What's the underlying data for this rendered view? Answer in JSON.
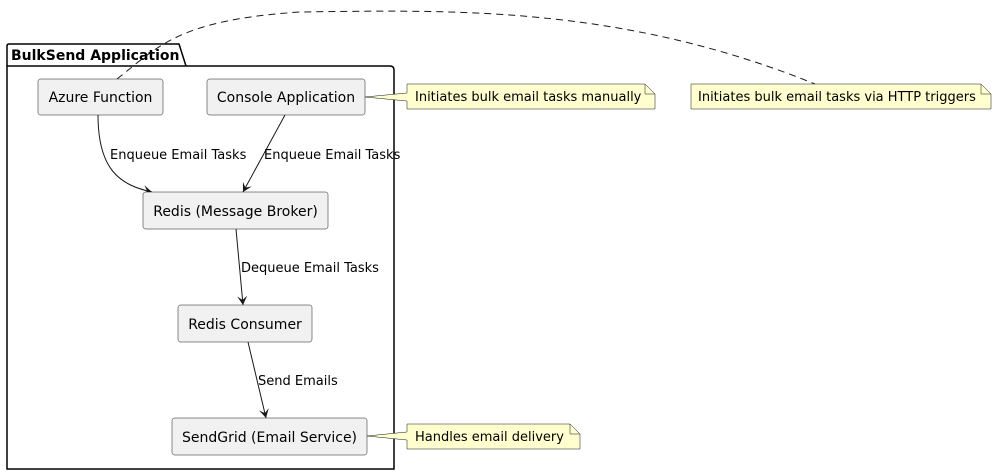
{
  "package": {
    "title": "BulkSend Application"
  },
  "components": {
    "azure": "Azure Function",
    "console": "Console Application",
    "redis": "Redis (Message Broker)",
    "consumer": "Redis Consumer",
    "sendgrid": "SendGrid (Email Service)"
  },
  "edges": {
    "azure_to_redis": "Enqueue Email Tasks",
    "console_to_redis": "Enqueue Email Tasks",
    "redis_to_consumer": "Dequeue Email Tasks",
    "consumer_to_sendgrid": "Send Emails"
  },
  "notes": {
    "console": "Initiates bulk email tasks manually",
    "azure": "Initiates bulk email tasks via HTTP triggers",
    "sendgrid": "Handles email delivery"
  }
}
